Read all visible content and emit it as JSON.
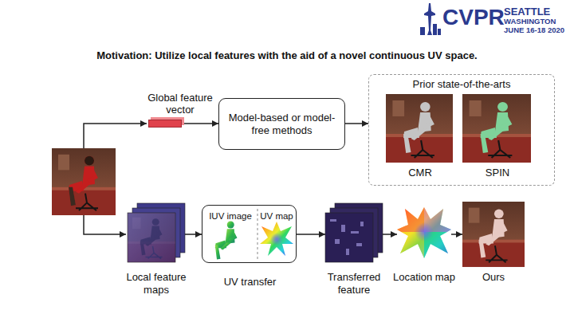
{
  "diagram": {
    "title": "Motivation: Utilize local features with the aid of a novel continuous UV space.",
    "nodes": [
      {
        "text": [
          "Global feature vector"
        ]
      },
      {
        "text": [
          "Model-based or model-free methods"
        ]
      },
      {
        "text": [
          "Prior state-of-the-arts"
        ]
      },
      {
        "text": [
          "CMR"
        ],
        "in": 2
      },
      {
        "text": [
          "SPIN"
        ],
        "in": 2
      },
      {
        "text": [
          "Local feature maps"
        ]
      },
      {
        "text": [
          "UV transfer"
        ]
      },
      {
        "text": [
          "IUV image"
        ],
        "in": 6
      },
      {
        "text": [
          "UV map"
        ],
        "in": 6
      },
      {
        "text": [
          "Transferred feature"
        ]
      },
      {
        "text": [
          "Location map"
        ]
      },
      {
        "text": [
          "Ours"
        ]
      }
    ],
    "edges": [
      {
        "from": 0,
        "to": 1,
        "arrow": "to"
      },
      {
        "from": 1,
        "to": 2,
        "arrow": "to"
      },
      {
        "from": 5,
        "to": 6,
        "arrow": "to"
      },
      {
        "from": 6,
        "to": 9,
        "arrow": "to"
      },
      {
        "from": 9,
        "to": 10,
        "arrow": "to"
      },
      {
        "from": 10,
        "to": 11,
        "arrow": "to"
      }
    ],
    "labels": [
      "CVPR",
      "SEATTLE",
      "WASHINGTON",
      "JUNE 16-18 2020"
    ]
  }
}
